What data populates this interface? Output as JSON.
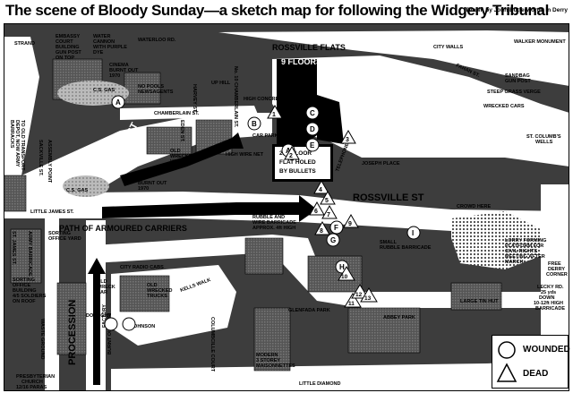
{
  "title": "The scene of Bloody Sunday—a sketch map for following the Widgery Tribunal",
  "credit": "Drawn by John Butterworth, in Derry",
  "labels": {
    "strand": "STRAND",
    "embassy": "EMBASSY",
    "court": "COURT",
    "building": "BUILDING",
    "gun_post": "GUN POST",
    "on_top": "ON TOP",
    "water_cannon": "WATER",
    "water_cannon2": "CANNON",
    "water_cannon3": "WITH PURPLE",
    "water_cannon4": "DYE",
    "waterloo_rd": "WATERLOO RD.",
    "cinema": "CINEMA",
    "burnt_out": "BURNT OUT",
    "year_1970": "1970",
    "no_pools": "NO POOLS",
    "newsagents": "NEWSAGENTS",
    "up_hill": "UP HILL",
    "chamberlain_st_no10": "No. 10 CHAMBERLAIN ST.",
    "rossville_flats": "ROSSVILLE FLATS",
    "nine_floors": "9 FLOORS",
    "city_walls": "CITY WALLS",
    "walker_monument": "WALKER MONUMENT",
    "fahan_st": "FAHAN ST.",
    "sandbag": "SANDBAG",
    "gun_post2": "GUN POST",
    "steep_grass_verge": "STEEP GRASS VERGE",
    "cs_gas_top": "C.S. GAS",
    "to_old_transport": "TO OLD TRANSPORT",
    "to_old_transport2": "DEPOT, NOW ARMY",
    "to_old_transport3": "BARRACKS",
    "chamberlain_st": "CHAMBERLAIN ST.",
    "harvey_st": "HARVEY ST.",
    "eden_st": "EDEN ST.",
    "high_concrete_wall": "HIGH CONCRETE WALL",
    "car_park": "CAR PARK",
    "wrecked_cars": "WRECKED CARS",
    "st_columbs": "ST. COLUMB'S",
    "wells": "WELLS",
    "william_st": "WILLIAM ST",
    "old_wrecked": "OLD",
    "old_wrecked2": "WRECKED",
    "old_wrecked3": "VAN",
    "high_wire_net": "HIGH WIRE NET",
    "telephone": "TELEPHONE",
    "joseph_place": "JOSEPH PLACE",
    "second_floor": "2nd FLOOR",
    "flat_holed": "FLAT HOLED",
    "by_bullets": "BY BULLETS",
    "sackville_st": "SACKVILLE ST.",
    "assembly_point": "ASSEMBLY POINT",
    "cs_gas_mid": "C.S. GAS",
    "burnt_out2": "BURNT OUT",
    "year_1970b": "1970",
    "rossville_st": "ROSSVILLE ST",
    "little_james_st": "LITTLE JAMES ST.",
    "path_of_armoured": "PATH OF ARMOURED CARRIERS",
    "rubble": "RUBBLE AND",
    "rubble2": "WIRE BARRICADE",
    "rubble3": "APPROX. 4ft HIGH",
    "crowd_here": "CROWD HERE",
    "st_james_st": "ST. JAMES ST.",
    "army_barricade": "ARMY BARRICADE",
    "sorting": "SORTING",
    "sorting2": "OFFICE YARD",
    "small_rubble": "SMALL",
    "small_rubble2": "RUBBLE BARRICADE",
    "lorry": "LORRY FORMING",
    "lorry2": "PLATFORM FOR",
    "lorry3": "CIVIL RIGHTS",
    "lorry4": "MEETING AFTER",
    "lorry5": "MARCH",
    "free_derry": "FREE",
    "free_derry2": "DERRY",
    "free_derry3": "CORNER",
    "city_radio_cabs": "CITY RADIO CABS",
    "kells_walk": "KELLS WALK",
    "old_wreck_car": "OLD",
    "old_wreck_car2": "WRECK",
    "old_wreck_car3": "CAR",
    "old_wrecked_trucks": "OLD",
    "old_wrecked_trucks2": "WRECKED",
    "old_wrecked_trucks3": "TRUCKS",
    "sorting_office": "SORTING",
    "sorting_office2": "OFFICE",
    "sorting_office3": "BUILDING",
    "sorting_office4": "4/5 SOLDIERS",
    "sorting_office5": "ON ROOF",
    "procession": "PROCESSION",
    "glenfada_park": "GLENFADA PARK",
    "abbey_park": "ABBEY PARK",
    "large_tin_hut": "LARGE TIN HUT",
    "lecky_rd": "LECKY RD.",
    "lecky_rd2": "25 yds",
    "lecky_rd3": "DOWN",
    "lecky_rd4": "10-12ft HIGH",
    "lecky_rd5": "BARRICADE",
    "donaghy": "DONAGHY",
    "johnson": "JOHNSON",
    "waste_ground": "WASTE GROUND",
    "richardsons": "RICHARDSONS",
    "factory": "FACTORY",
    "burnt_out_1970": "BURNT OUT 1970",
    "columbcille_court": "COLUMBCILLE COURT",
    "modern": "MODERN",
    "storey": "3 STOREY",
    "maisonnettes": "MAISONNETTES",
    "presbyterian": "PRESBYTERIAN",
    "church": "CHURCH",
    "paras": "12/16 PARAS",
    "little_diamond": "LITTLE DIAMOND"
  },
  "wounded_markers": [
    "A",
    "B",
    "C",
    "D",
    "E",
    "A",
    "F",
    "G",
    "H",
    "I"
  ],
  "dead_markers": [
    "1",
    "2",
    "3",
    "4",
    "5",
    "6",
    "7",
    "8",
    "9",
    "10",
    "11",
    "12",
    "13"
  ],
  "legend": {
    "wounded": "WOUNDED",
    "dead": "DEAD"
  }
}
